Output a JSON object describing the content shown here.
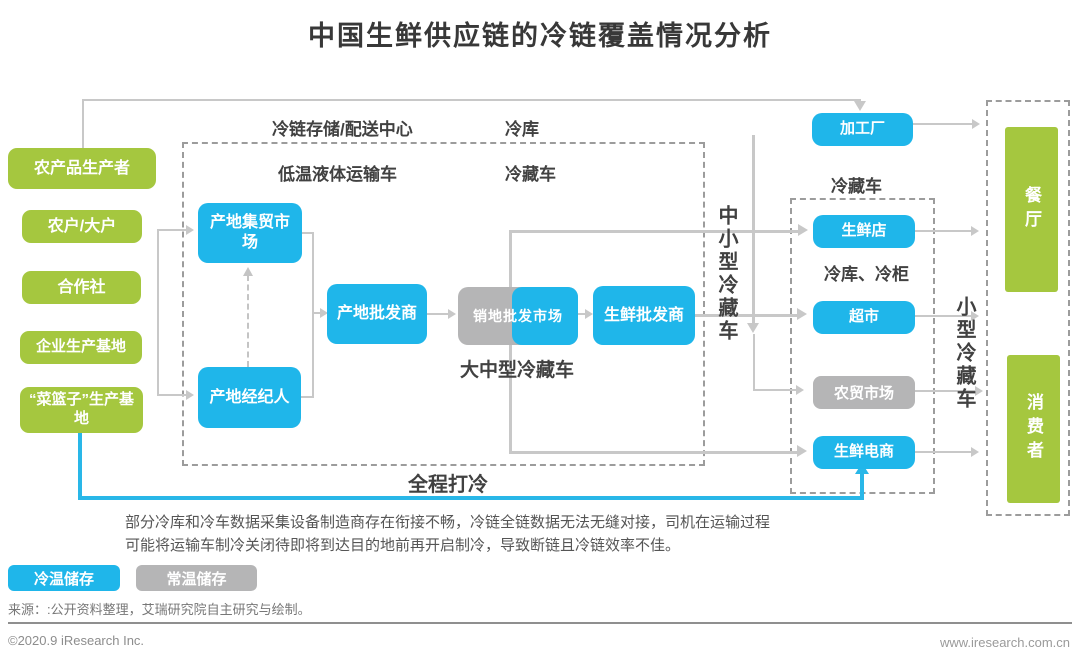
{
  "title": "中国生鲜供应链的冷链覆盖情况分析",
  "producers": {
    "p1": "农产品生产者",
    "p2": "农户/大户",
    "p3": "合作社",
    "p4": "企业生产基地",
    "p5": "“菜篮子”生产基地"
  },
  "chain": {
    "origin_market": "产地集贸市场",
    "origin_broker": "产地经纪人",
    "origin_wholesaler": "产地批发商",
    "sales_market": "销地批发市场",
    "fresh_wholesaler": "生鲜批发商"
  },
  "transport_labels": {
    "cold_chain_center": "冷链存储/配送中心",
    "cold_warehouse": "冷库",
    "low_temp_liquid_truck": "低温液体运输车",
    "refrigerated_truck": "冷藏车",
    "large_medium_truck": "大中型冷藏车",
    "medium_small_truck": "中小型冷藏车",
    "refrigerated_truck_right": "冷藏车",
    "cold_warehouse_cabinet": "冷库、冷柜",
    "small_truck": "小型冷藏车",
    "full_course_cooling": "全程打冷"
  },
  "retail": {
    "processing_plant": "加工厂",
    "fresh_store": "生鲜店",
    "supermarket": "超市",
    "farmers_market": "农贸市场",
    "fresh_ecommerce": "生鲜电商"
  },
  "endpoints": {
    "restaurant": "餐厅",
    "consumer": "消费者"
  },
  "note": {
    "line1": "部分冷库和冷车数据采集设备制造商存在衔接不畅，冷链全链数据无法无缝对接，司机在运输过程",
    "line2": "可能将运输车制冷关闭待即将到达目的地前再开启制冷，导致断链且冷链效率不佳。"
  },
  "legend": {
    "cold_storage": "冷温储存",
    "normal_storage": "常温储存"
  },
  "source": "来源：:公开资料整理，艾瑞研究院自主研究与绘制。",
  "footer": {
    "copyright": "©2020.9 iResearch Inc.",
    "website": "www.iresearch.com.cn"
  },
  "colors": {
    "green": "#a5c73f",
    "blue": "#1fb6ea",
    "gray": "#b5b5b6",
    "line_gray": "#c8c8c8",
    "full_cold_line": "#29b7e8"
  }
}
